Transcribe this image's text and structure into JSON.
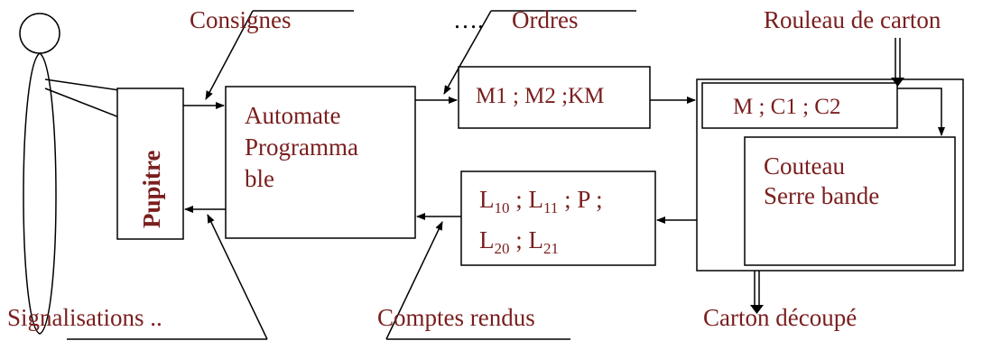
{
  "labels": {
    "consignes": "Consignes",
    "ordres_prefix": "….",
    "ordres": "Ordres",
    "rouleau": "Rouleau de carton",
    "signalisations": "Signalisations ..",
    "comptes_rendus": "Comptes rendus",
    "carton_decoupe": "Carton découpé"
  },
  "blocks": {
    "pupitre": "Pupitre",
    "automate_line1": "Automate",
    "automate_line2": "Programma",
    "automate_line3": "ble",
    "ordres_box": "M1 ; M2 ;KM",
    "actionneurs": "M ;  C1 ; C2",
    "couteau_line1": "Couteau",
    "couteau_line2": "Serre bande"
  },
  "capteurs": {
    "l10": "L",
    "l10_sub": "10",
    "sep1": "; ",
    "l11": "L",
    "l11_sub": "11",
    "sep2": "; P ;",
    "l20": "L",
    "l20_sub": "20",
    "sep3": "; ",
    "l21": "L",
    "l21_sub": "21"
  },
  "colors": {
    "text": "#7a1e1e",
    "lines": "#000000",
    "background": "#ffffff"
  }
}
